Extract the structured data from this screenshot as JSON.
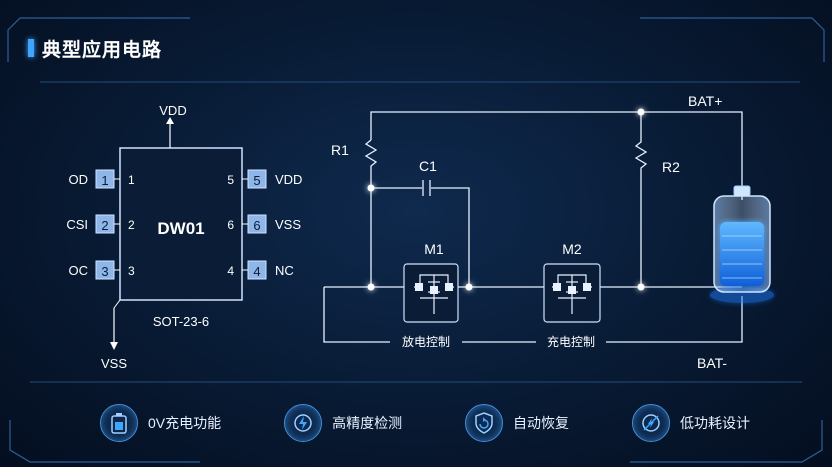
{
  "title": "典型应用电路",
  "chip": {
    "name": "DW01",
    "package": "SOT-23-6",
    "top_label": "VDD",
    "bottom_label": "VSS",
    "left_pins": [
      {
        "name": "OD",
        "num": "1"
      },
      {
        "name": "CSI",
        "num": "2"
      },
      {
        "name": "OC",
        "num": "3"
      }
    ],
    "right_pins": [
      {
        "name": "VDD",
        "num": "5"
      },
      {
        "name": "VSS",
        "num": "6"
      },
      {
        "name": "NC",
        "num": "4"
      }
    ]
  },
  "circuit": {
    "r1": "R1",
    "r2": "R2",
    "c1": "C1",
    "m1": "M1",
    "m2": "M2",
    "m1_caption": "放电控制",
    "m2_caption": "充电控制",
    "bat_plus": "BAT+",
    "bat_minus": "BAT-"
  },
  "features": [
    {
      "icon": "battery-icon",
      "label": "0V充电功能"
    },
    {
      "icon": "lightning-icon",
      "label": "高精度检测"
    },
    {
      "icon": "shield-refresh-icon",
      "label": "自动恢复"
    },
    {
      "icon": "low-power-icon",
      "label": "低功耗设计"
    }
  ],
  "colors": {
    "accent": "#3fa6ff",
    "pin_fill": "#8fb6e8",
    "battery_liquid": "#1e7bff"
  }
}
